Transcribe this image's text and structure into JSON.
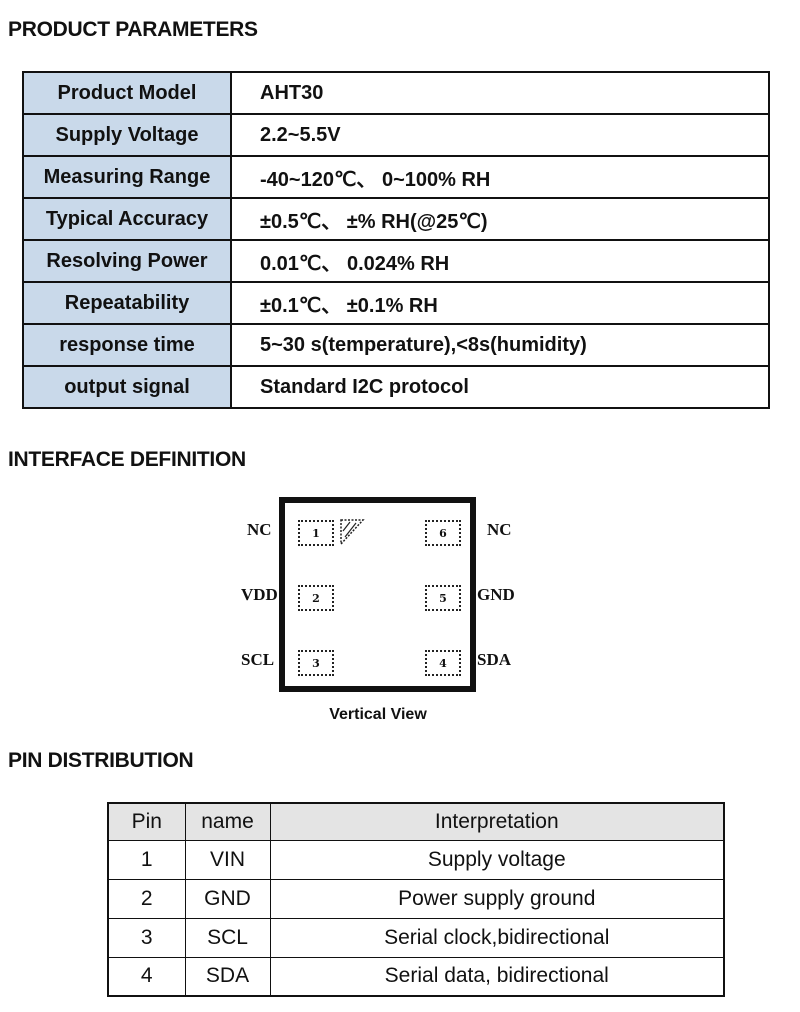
{
  "sections": {
    "params_title": "PRODUCT PARAMETERS",
    "interface_title": "INTERFACE DEFINITION",
    "pins_title": "PIN DISTRIBUTION"
  },
  "params": [
    {
      "label": "Product Model",
      "value": "AHT30"
    },
    {
      "label": "Supply Voltage",
      "value": "2.2~5.5V"
    },
    {
      "label": "Measuring Range",
      "value": "-40~120℃、 0~100% RH"
    },
    {
      "label": "Typical Accuracy",
      "value": "±0.5℃、 ±% RH(@25℃)"
    },
    {
      "label": "Resolving Power",
      "value": "0.01℃、 0.024% RH"
    },
    {
      "label": "Repeatability",
      "value": "±0.1℃、 ±0.1% RH"
    },
    {
      "label": "response time",
      "value": "5~30 s(temperature),<8s(humidity)"
    },
    {
      "label": "output signal",
      "value": "Standard I2C protocol"
    }
  ],
  "interface": {
    "caption": "Vertical View",
    "left_labels": [
      "NC",
      "VDD",
      "SCL"
    ],
    "right_labels": [
      "NC",
      "GND",
      "SDA"
    ],
    "pads": [
      "1",
      "2",
      "3",
      "4",
      "5",
      "6"
    ]
  },
  "pin_table": {
    "headers": [
      "Pin",
      "name",
      "Interpretation"
    ],
    "rows": [
      [
        "1",
        "VIN",
        "Supply voltage"
      ],
      [
        "2",
        "GND",
        "Power supply ground"
      ],
      [
        "3",
        "SCL",
        "Serial clock,bidirectional"
      ],
      [
        "4",
        "SDA",
        "Serial data, bidirectional"
      ]
    ]
  },
  "colors": {
    "label_cell_bg": "#c9d9ea",
    "header_row_bg": "#e4e4e4"
  }
}
